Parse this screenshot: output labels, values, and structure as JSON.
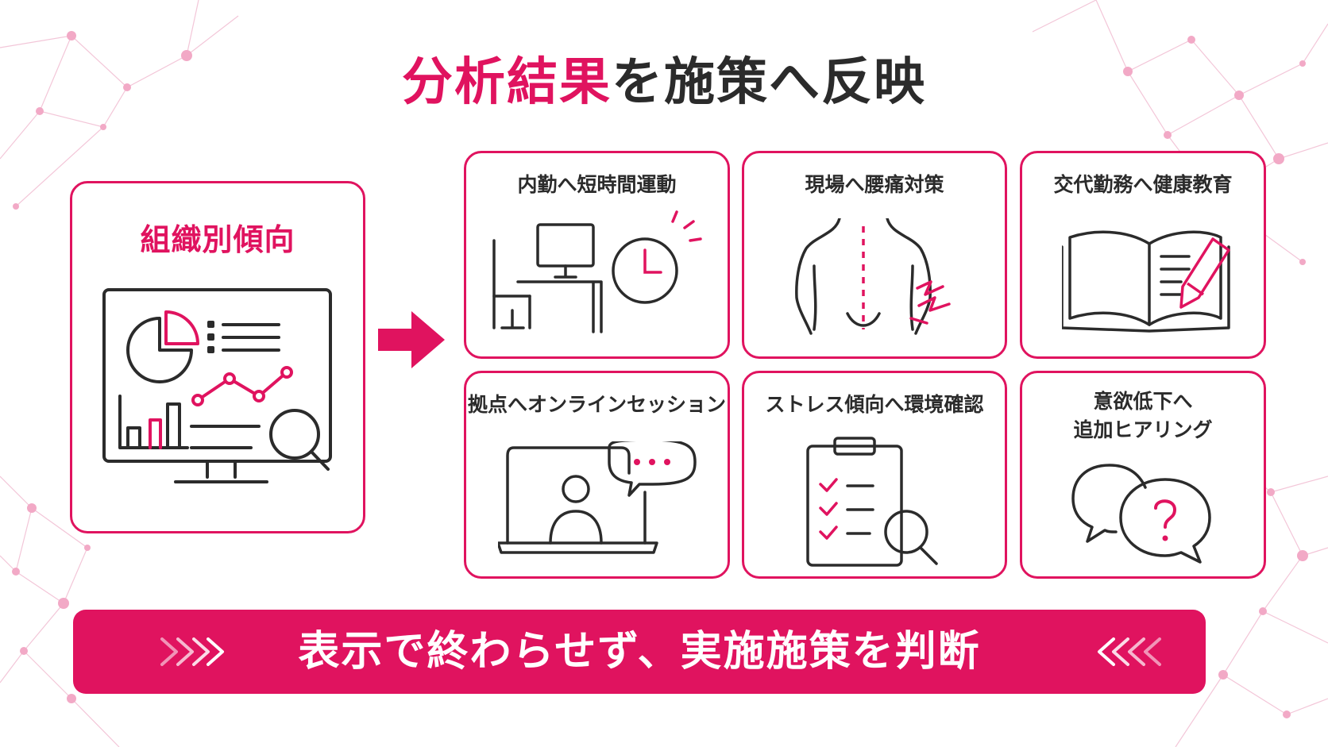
{
  "title": {
    "accent": "分析結果",
    "rest": "を施策へ反映"
  },
  "source": {
    "label": "組織別傾向"
  },
  "measures": [
    {
      "label": "内勤へ短時間運動",
      "icon": "desk-clock-icon"
    },
    {
      "label": "現場へ腰痛対策",
      "icon": "back-pain-icon"
    },
    {
      "label": "交代勤務へ健康教育",
      "icon": "book-pencil-icon"
    },
    {
      "label": "拠点へオンラインセッション",
      "icon": "laptop-video-call-icon"
    },
    {
      "label": "ストレス傾向へ環境確認",
      "icon": "clipboard-check-icon"
    },
    {
      "label_line1": "意欲低下へ",
      "label_line2": "追加ヒアリング",
      "icon": "speech-bubbles-question-icon"
    }
  ],
  "banner": {
    "text": "表示で終わらせず、実施施策を判断"
  },
  "colors": {
    "accent": "#e0135f",
    "text": "#2b2b2b",
    "background": "#ffffff"
  }
}
